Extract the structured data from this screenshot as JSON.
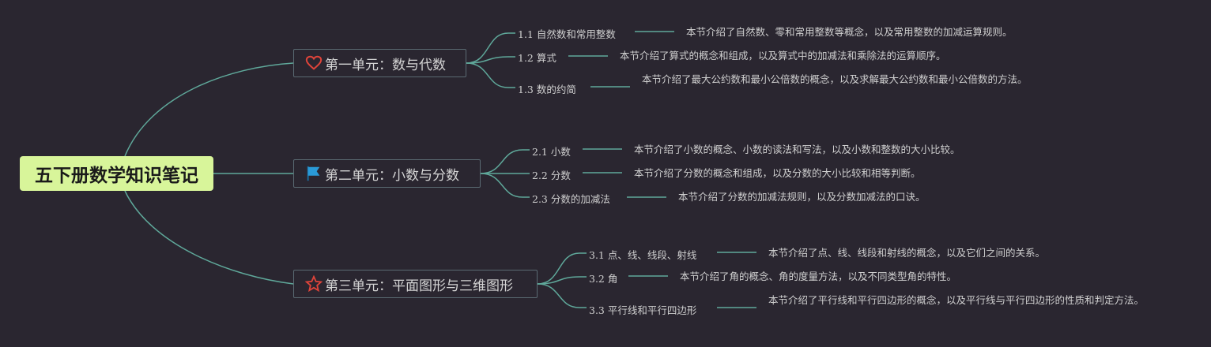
{
  "root": {
    "title": "五下册数学知识笔记"
  },
  "units": [
    {
      "label": "第一单元：数与代数",
      "icon": "heart-icon",
      "sections": [
        {
          "title": "1.1 自然数和常用整数",
          "desc": "本节介绍了自然数、零和常用整数等概念，以及常用整数的加减运算规则。"
        },
        {
          "title": "1.2 算式",
          "desc": "本节介绍了算式的概念和组成，以及算式中的加减法和乘除法的运算顺序。"
        },
        {
          "title": "1.3 数的约简",
          "desc": "本节介绍了最大公约数和最小公倍数的概念，以及求解最大公约数和最小公倍数的方法。"
        }
      ]
    },
    {
      "label": "第二单元：小数与分数",
      "icon": "flag-icon",
      "sections": [
        {
          "title": "2.1 小数",
          "desc": "本节介绍了小数的概念、小数的读法和写法，以及小数和整数的大小比较。"
        },
        {
          "title": "2.2 分数",
          "desc": "本节介绍了分数的概念和组成，以及分数的大小比较和相等判断。"
        },
        {
          "title": "2.3 分数的加减法",
          "desc": "本节介绍了分数的加减法规则，以及分数加减法的口诀。"
        }
      ]
    },
    {
      "label": "第三单元：平面图形与三维图形",
      "icon": "star-icon",
      "sections": [
        {
          "title": "3.1 点、线、线段、射线",
          "desc": "本节介绍了点、线、线段和射线的概念，以及它们之间的关系。"
        },
        {
          "title": "3.2 角",
          "desc": "本节介绍了角的概念、角的度量方法，以及不同类型角的特性。"
        },
        {
          "title": "3.3 平行线和平行四边形",
          "desc": "本节介绍了平行线和平行四边形的概念，以及平行线与平行四边形的性质和判定方法。"
        }
      ]
    }
  ],
  "colors": {
    "background": "#2a2630",
    "root": "#d8f59a",
    "connector": "#5fa89a",
    "heart": "#e0443a",
    "flag": "#2a9ad8",
    "star": "#e0443a"
  }
}
